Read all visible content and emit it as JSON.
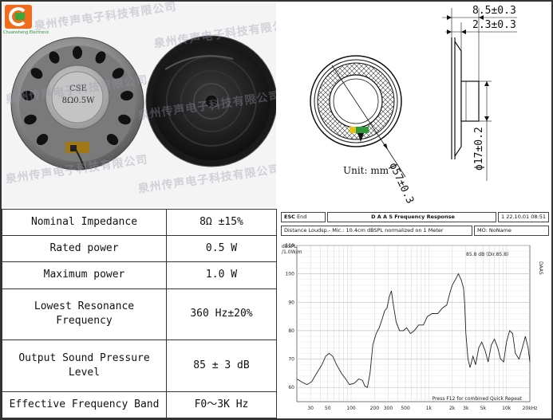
{
  "watermark": "泉州传声电子科技有限公司",
  "logo": {
    "subtext": "Chuansheng Electronic"
  },
  "speaker_label": {
    "line1": "CSE",
    "line2": "8Ω0.5W"
  },
  "drawing": {
    "dim_depth": "8.5±0.3",
    "dim_rim": "2.3±0.3",
    "dim_magnet": "ϕ17±0.2",
    "dim_diameter": "ϕ57±0.3",
    "unit": "Unit: mm"
  },
  "specs": [
    {
      "label": "Nominal Impedance",
      "value": "8Ω ±15%"
    },
    {
      "label": "Rated power",
      "value": "0.5 W"
    },
    {
      "label": "Maximum power",
      "value": "1.0 W"
    },
    {
      "label": "Lowest Resonance Frequency",
      "value": "360 Hz±20%"
    },
    {
      "label": "Output Sound Pressure Level",
      "value": "85 ± 3 dB"
    },
    {
      "label": "Effective Frequency Band",
      "value": "F0～3K Hz"
    }
  ],
  "freq_response": {
    "esc_key": "ESC",
    "esc_label": "End",
    "title": "D A A S  Frequency Response",
    "page_num": "1",
    "date": "22.10.01 08:51",
    "description": "Distance Loudsp.- Mic.: 10.4cm dBSPL normalized on 1 Meter",
    "mo_key": "MO:",
    "mo_value": "NoName",
    "side_label": "DAAS",
    "readout": "85.8 dB (Dir.85.8)",
    "footer": "Press F12 for combined Quick Repeat",
    "chart_data": {
      "type": "line",
      "x_scale": "log",
      "ylabel": "dBSPL /1.0W/m",
      "ylim": [
        55,
        110
      ],
      "xlim": [
        20,
        20000
      ],
      "y_ticks": [
        60,
        70,
        80,
        90,
        100,
        110
      ],
      "x_ticks": [
        {
          "value": 30,
          "label": "30"
        },
        {
          "value": 50,
          "label": "50"
        },
        {
          "value": 100,
          "label": "100"
        },
        {
          "value": 200,
          "label": "200"
        },
        {
          "value": 300,
          "label": "300"
        },
        {
          "value": 500,
          "label": "500"
        },
        {
          "value": 1000,
          "label": "1k"
        },
        {
          "value": 2000,
          "label": "2k"
        },
        {
          "value": 3000,
          "label": "3k"
        },
        {
          "value": 5000,
          "label": "5k"
        },
        {
          "value": 10000,
          "label": "10k"
        },
        {
          "value": 20000,
          "label": "20kHz"
        }
      ],
      "grid": true,
      "series": [
        {
          "values": [
            [
              20,
              63
            ],
            [
              23,
              62
            ],
            [
              27,
              61
            ],
            [
              31,
              62
            ],
            [
              36,
              65
            ],
            [
              42,
              68
            ],
            [
              47,
              71
            ],
            [
              52,
              72
            ],
            [
              58,
              71
            ],
            [
              65,
              68
            ],
            [
              75,
              65
            ],
            [
              85,
              63
            ],
            [
              95,
              61
            ],
            [
              110,
              61.5
            ],
            [
              125,
              63
            ],
            [
              140,
              62.5
            ],
            [
              150,
              60.5
            ],
            [
              162,
              60
            ],
            [
              175,
              65
            ],
            [
              190,
              75
            ],
            [
              210,
              79
            ],
            [
              230,
              81
            ],
            [
              250,
              84
            ],
            [
              270,
              87
            ],
            [
              290,
              88
            ],
            [
              310,
              92
            ],
            [
              330,
              94
            ],
            [
              350,
              89
            ],
            [
              380,
              83
            ],
            [
              420,
              80
            ],
            [
              470,
              80
            ],
            [
              520,
              81
            ],
            [
              580,
              79
            ],
            [
              650,
              80
            ],
            [
              740,
              82
            ],
            [
              850,
              82
            ],
            [
              960,
              85
            ],
            [
              1100,
              86
            ],
            [
              1300,
              86
            ],
            [
              1500,
              88
            ],
            [
              1700,
              89
            ],
            [
              1900,
              94
            ],
            [
              2000,
              96
            ],
            [
              2200,
              98
            ],
            [
              2400,
              100
            ],
            [
              2600,
              98
            ],
            [
              2800,
              95
            ],
            [
              2900,
              89
            ],
            [
              3000,
              79
            ],
            [
              3200,
              70
            ],
            [
              3400,
              67
            ],
            [
              3700,
              71
            ],
            [
              4000,
              68
            ],
            [
              4400,
              74
            ],
            [
              4800,
              76
            ],
            [
              5300,
              73
            ],
            [
              5800,
              69
            ],
            [
              6400,
              75
            ],
            [
              7000,
              77
            ],
            [
              7700,
              74
            ],
            [
              8400,
              70
            ],
            [
              9200,
              69
            ],
            [
              10000,
              76
            ],
            [
              11000,
              80
            ],
            [
              12000,
              79
            ],
            [
              13000,
              72
            ],
            [
              14500,
              70
            ],
            [
              16000,
              74
            ],
            [
              17500,
              78
            ],
            [
              19000,
              74
            ],
            [
              20000,
              69
            ]
          ]
        }
      ]
    }
  }
}
